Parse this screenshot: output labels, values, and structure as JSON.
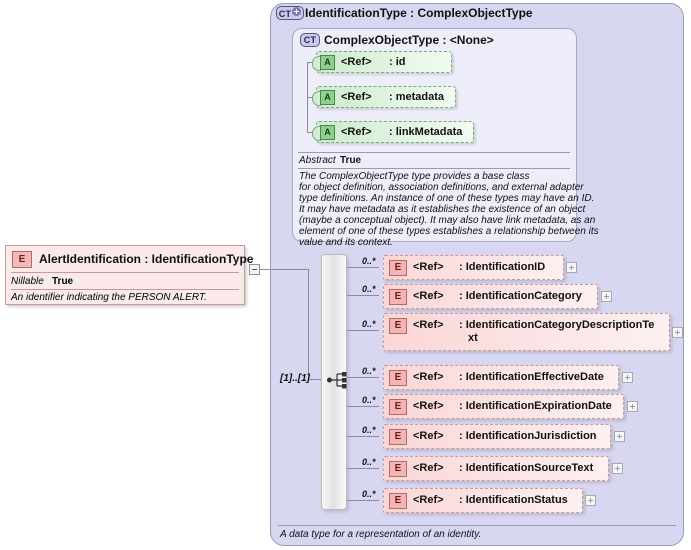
{
  "diagram": {
    "type": "xsd-schema-diagram",
    "outer_type": {
      "badge": "CT",
      "badge_icon": "complextype-expand-icon",
      "title": "IdentificationType : ComplexObjectType",
      "documentation": "A data type for a representation of an identity."
    },
    "base_type": {
      "badge": "CT",
      "title": "ComplexObjectType : <None>",
      "abstract_label": "Abstract",
      "abstract_value": "True",
      "documentation": "The ComplexObjectType type provides a base class for object definition, association definitions, and external adapter type definitions. An instance of one of these types may have an ID. It may have metadata as it establishes the existence of an object (maybe a conceptual object). It may also have link metadata, as an element of one of these types establishes a relationship between its value and its context.",
      "documentation_lines": [
        "The ComplexObjectType type provides a base class",
        "for object definition, association definitions, and external adapter",
        "type definitions. An instance of one of these types may have an ID.",
        "It may have metadata as it establishes the existence of an object",
        "(maybe a conceptual object). It may also have link metadata, as an",
        "element of one of these types establishes a relationship between its",
        "value and its context."
      ],
      "attributes": [
        {
          "badge": "A",
          "ref": "<Ref>",
          "name": ": id"
        },
        {
          "badge": "A",
          "ref": "<Ref>",
          "name": ": metadata"
        },
        {
          "badge": "A",
          "ref": "<Ref>",
          "name": ": linkMetadata"
        }
      ]
    },
    "root_element": {
      "badge": "E",
      "title": "AlertIdentification : IdentificationType",
      "nillable_label": "Nillable",
      "nillable_value": "True",
      "documentation": "An identifier indicating the PERSON ALERT.",
      "collapse_toggle": "minus"
    },
    "compositor": {
      "kind": "sequence",
      "cardinality": "[1]..[1]"
    },
    "elements": [
      {
        "badge": "E",
        "ref": "<Ref>",
        "name": ": IdentificationID",
        "occurs": "0..*",
        "expand": "+"
      },
      {
        "badge": "E",
        "ref": "<Ref>",
        "name": ": IdentificationCategory",
        "occurs": "0..*",
        "expand": "+"
      },
      {
        "badge": "E",
        "ref": "<Ref>",
        "name": ": IdentificationCategoryDescriptionTe\nxt",
        "name_line1": ": IdentificationCategoryDescriptionTe",
        "name_line2": "xt",
        "occurs": "0..*",
        "expand": "+"
      },
      {
        "badge": "E",
        "ref": "<Ref>",
        "name": ": IdentificationEffectiveDate",
        "occurs": "0..*",
        "expand": "+"
      },
      {
        "badge": "E",
        "ref": "<Ref>",
        "name": ": IdentificationExpirationDate",
        "occurs": "0..*",
        "expand": "+"
      },
      {
        "badge": "E",
        "ref": "<Ref>",
        "name": ": IdentificationJurisdiction",
        "occurs": "0..*",
        "expand": "+"
      },
      {
        "badge": "E",
        "ref": "<Ref>",
        "name": ": IdentificationSourceText",
        "occurs": "0..*",
        "expand": "+"
      },
      {
        "badge": "E",
        "ref": "<Ref>",
        "name": ": IdentificationStatus",
        "occurs": "0..*",
        "expand": "+"
      }
    ],
    "colors": {
      "outer_bg": "#d7d7f2",
      "inner_bg": "#eeeefb",
      "attribute_bg": "#cdeccd",
      "attribute_border": "#7aa87a",
      "element_bg": "#fbd6d6",
      "element_border": "#c79a9a",
      "connector": "#8a8aa0",
      "page_bg": "#ffffff"
    }
  }
}
